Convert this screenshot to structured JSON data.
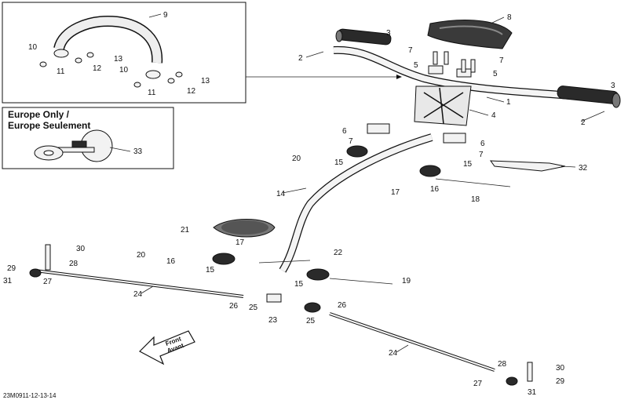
{
  "inset_europe": {
    "line1": "Europe Only /",
    "line2": "Europe Seulement"
  },
  "front_arrow": {
    "line1": "Front",
    "line2": "Avant"
  },
  "drawing_code": "23M0911-12-13-14",
  "callouts": {
    "c1": "1",
    "c2a": "2",
    "c2b": "2",
    "c3a": "3",
    "c3b": "3",
    "c4": "4",
    "c5a": "5",
    "c5b": "5",
    "c6a": "6",
    "c6b": "6",
    "c7a": "7",
    "c7b": "7",
    "c7c": "7",
    "c7d": "7",
    "c8": "8",
    "c9": "9",
    "c10a": "10",
    "c10b": "10",
    "c11a": "11",
    "c11b": "11",
    "c12a": "12",
    "c12b": "12",
    "c13a": "13",
    "c13b": "13",
    "c14": "14",
    "c15a": "15",
    "c15b": "15",
    "c15c": "15",
    "c15d": "15",
    "c16a": "16",
    "c16b": "16",
    "c17a": "17",
    "c17b": "17",
    "c18": "18",
    "c19": "19",
    "c20a": "20",
    "c20b": "20",
    "c21": "21",
    "c22": "22",
    "c23": "23",
    "c24a": "24",
    "c24b": "24",
    "c25a": "25",
    "c25b": "25",
    "c26a": "26",
    "c26b": "26",
    "c27a": "27",
    "c27b": "27",
    "c28a": "28",
    "c28b": "28",
    "c29a": "29",
    "c29b": "29",
    "c30a": "30",
    "c30b": "30",
    "c31a": "31",
    "c31b": "31",
    "c32": "32",
    "c33": "33"
  }
}
